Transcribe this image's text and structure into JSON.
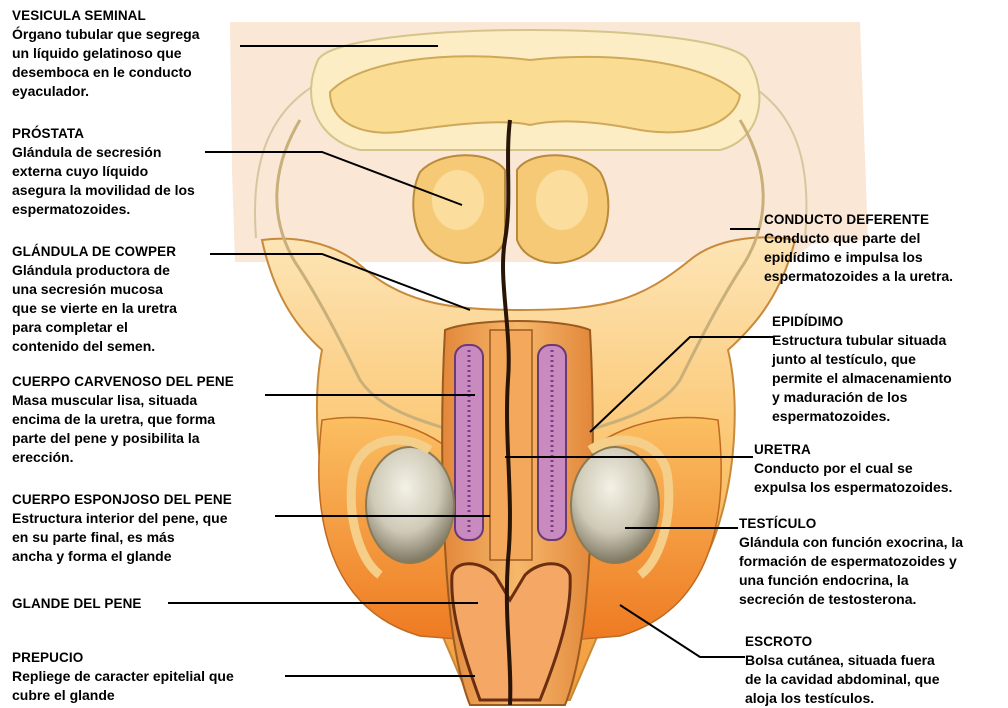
{
  "labels": {
    "vesicula": {
      "title": "VESICULA SEMINAL",
      "lines": [
        "Órgano tubular que segrega",
        "un líquido gelatinoso que",
        "desemboca en le conducto",
        "eyaculador."
      ]
    },
    "prostata": {
      "title": "PRÓSTATA",
      "lines": [
        "Glándula de secresión",
        "externa cuyo líquido",
        "asegura la movilidad de los",
        "espermatozoides."
      ]
    },
    "cowper": {
      "title": "GLÁNDULA DE COWPER",
      "lines": [
        "Glándula productora de",
        "una secresión mucosa",
        "que se vierte en la uretra",
        "para completar el",
        "contenido del semen."
      ]
    },
    "cavernoso": {
      "title": "CUERPO CARVENOSO DEL PENE",
      "lines": [
        "Masa muscular lisa, situada",
        "encima de la uretra, que forma",
        "parte del pene y posibilita la",
        "erección."
      ]
    },
    "esponjoso": {
      "title": "CUERPO ESPONJOSO DEL PENE",
      "lines": [
        "Estructura interior del pene, que",
        "en su parte final, es más",
        "ancha y forma el glande"
      ]
    },
    "glande": {
      "title": "GLANDE DEL PENE",
      "lines": []
    },
    "prepucio": {
      "title": "PREPUCIO",
      "lines": [
        "Repliege de caracter epitelial que",
        "cubre el glande"
      ]
    },
    "deferente": {
      "title": "CONDUCTO DEFERENTE",
      "lines": [
        "Conducto que parte del",
        "epidídimo e impulsa los",
        "espermatozoides a la uretra."
      ]
    },
    "epididimo": {
      "title": "EPIDÍDIMO",
      "lines": [
        "Estructura tubular situada",
        "junto al testículo, que",
        "permite el almacenamiento",
        "y maduración de los",
        "espermatozoides."
      ]
    },
    "uretra": {
      "title": "URETRA",
      "lines": [
        "Conducto por el cual se",
        "expulsa los espermatozoides."
      ]
    },
    "testiculo": {
      "title": "TESTÍCULO",
      "lines": [
        "Glándula con función exocrina, la",
        "formación de espermatozoides y",
        "una función endocrina, la",
        "secreción de testosterona."
      ]
    },
    "escroto": {
      "title": "ESCROTO",
      "lines": [
        "Bolsa cutánea,  situada fuera",
        "de la cavidad abdominal, que",
        "aloja los testículos."
      ]
    }
  }
}
